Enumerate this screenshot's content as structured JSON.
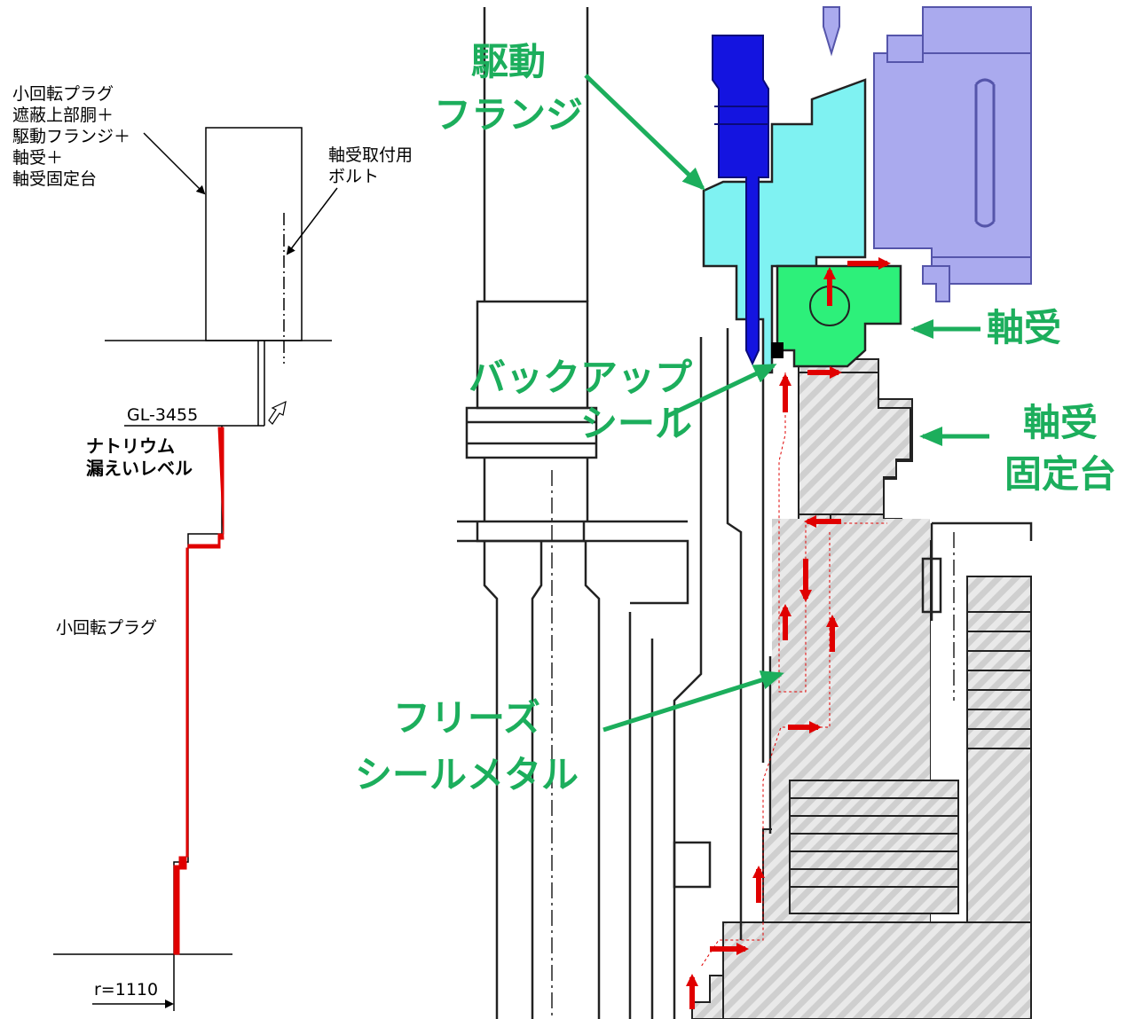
{
  "left_diagram": {
    "assembly_label": "小回転プラグ\n遮蔽上部胴＋\n駆動フランジ＋\n軸受＋\n軸受固定台",
    "bolt_label": "軸受取付用\nボルト",
    "gl_label": "GL-3455",
    "leak_level_label": "ナトリウム\n漏えいレベル",
    "plug_label": "小回転プラグ",
    "radius_label": "r=1110"
  },
  "right_diagram": {
    "drive_flange_label": "駆動\nフランジ",
    "bearing_label": "軸受",
    "backup_seal_label": "バックアップ\nシール",
    "bearing_base_label": "軸受\n固定台",
    "freeze_seal_label": "フリーズ\nシールメタル"
  },
  "colors": {
    "label_green": "#1cae5c",
    "leak_path_red": "#e00000",
    "drive_flange_cyan": "#7ff2f2",
    "bolt_blue": "#1414e0",
    "bearing_green": "#2df07a",
    "upper_structure_lavender": "#aaaaee"
  }
}
